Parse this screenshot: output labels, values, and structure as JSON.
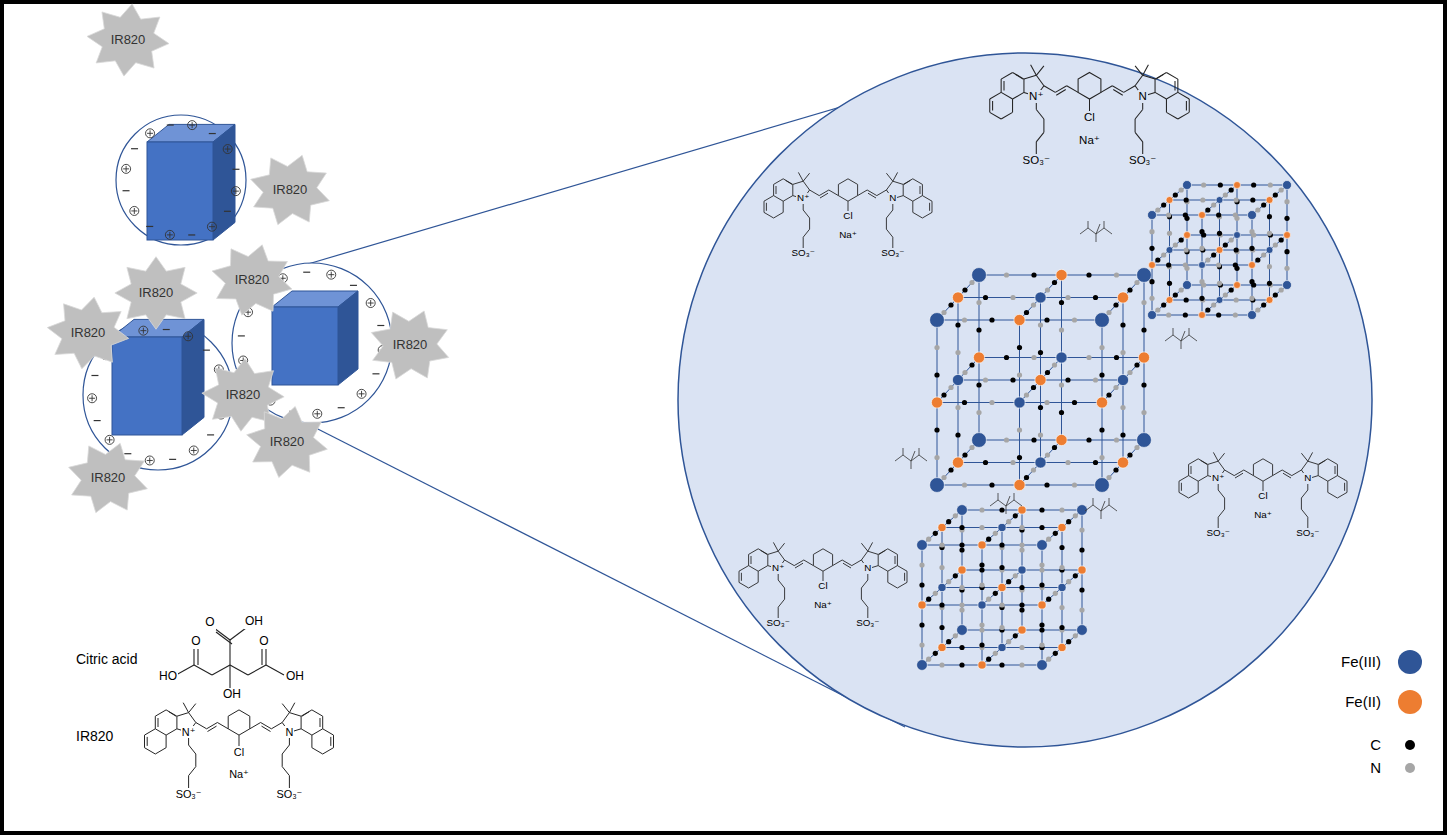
{
  "diagram": {
    "nodes": [
      {
        "text": [
          "IR820"
        ]
      },
      {
        "text": [
          "IR820"
        ]
      },
      {
        "text": [
          "IR820"
        ]
      },
      {
        "text": [
          "IR820"
        ]
      },
      {
        "text": [
          "IR820"
        ]
      },
      {
        "text": [
          "IR820"
        ]
      },
      {
        "text": [
          "IR820"
        ]
      },
      {
        "text": [
          "IR820"
        ]
      },
      {
        "text": [
          "IR820"
        ]
      }
    ],
    "labels": [
      "Citric acid",
      "IR820",
      "O",
      "OH",
      "HO",
      "O",
      "OH",
      "O",
      "OH",
      "N⁺",
      "N",
      "Cl",
      "Na⁺",
      "SO₃⁻",
      "SO₃⁻",
      "N⁺",
      "N",
      "Cl",
      "Na⁺",
      "SO₃⁻",
      "SO₃⁻",
      "N⁺",
      "N",
      "Cl",
      "Na⁺",
      "SO₃⁻",
      "SO₃⁻",
      "N⁺",
      "N",
      "Cl",
      "Na⁺",
      "SO₃⁻",
      "SO₃⁻",
      "N⁺",
      "N",
      "Cl",
      "Na⁺",
      "SO₃⁻",
      "SO₃⁻"
    ],
    "legend": [
      {
        "text": "Fe(III)",
        "color": "#2f5597"
      },
      {
        "text": "Fe(II)",
        "color": "#ed7d31"
      },
      {
        "text": "C",
        "color": "#000000"
      },
      {
        "text": "N",
        "color": "#a6a6a6"
      }
    ]
  }
}
